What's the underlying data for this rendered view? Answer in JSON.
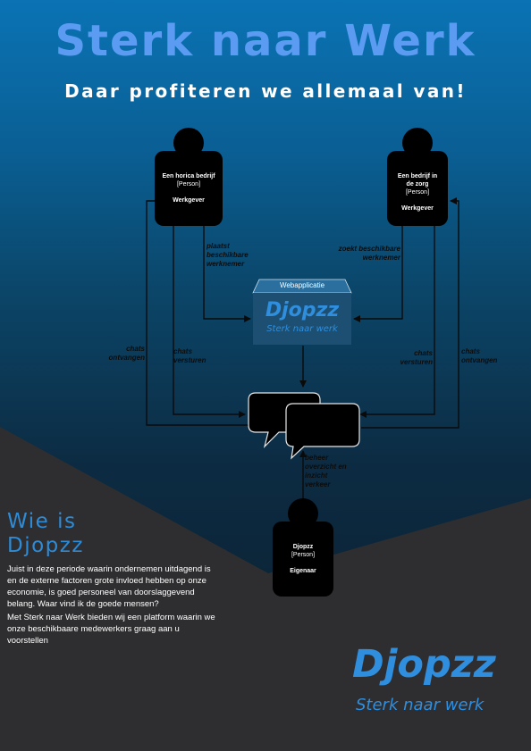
{
  "header": {
    "title": "Sterk naar Werk",
    "subtitle": "Daar profiteren we allemaal van!"
  },
  "people": {
    "horeca": {
      "name": "Een horica bedrijf",
      "type": "[Person]",
      "role": "Werkgever"
    },
    "zorg": {
      "name": "Een bedrijf in de zorg",
      "type": "[Person]",
      "role": "Werkgever"
    },
    "owner": {
      "name": "Djopzz",
      "type": "[Person]",
      "role": "Eigenaar"
    }
  },
  "labels": {
    "plaatst": "plaatst beschikbare werknemer",
    "zoekt": "zoekt beschikbare werknemer",
    "chats_ontvangen_left": "chats ontvangen",
    "chats_versturen_left": "chats versturen",
    "chats_versturen_right": "chats versturen",
    "chats_ontvangen_right": "chats ontvangen",
    "beheer": "beheer overzicht en inzicht verkeer"
  },
  "webapp": {
    "title": "Webapplicatie",
    "logo": "Djopzz",
    "tagline": "Sterk naar werk"
  },
  "about": {
    "heading": "Wie is Djopzz",
    "paragraph1": "Juist in deze periode waarin ondernemen uitdagend is en de externe factoren grote invloed hebben op onze economie, is goed personeel van doorslaggevend belang. Waar vind ik de goede mensen?",
    "paragraph2": "Met Sterk naar Werk bieden wij een platform waarin we onze beschikbaare medewerkers graag aan u voorstellen"
  },
  "brand": {
    "logo": "Djopzz",
    "tagline": "Sterk naar werk",
    "accent_color": "#2f8ede",
    "title_color": "#5b9bf2"
  }
}
